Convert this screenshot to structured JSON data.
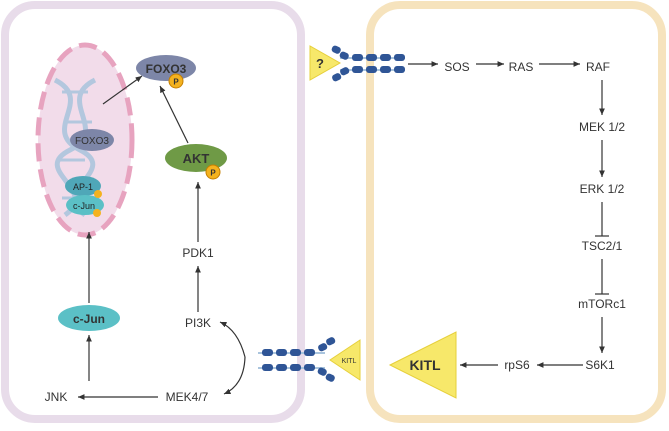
{
  "colors": {
    "left_cell_border": "#e8dcea",
    "right_cell_border": "#f6e3bd",
    "nucleus_fill": "#f2dcea",
    "nucleus_border": "#e7a3bf",
    "dna": "#a9c4dd",
    "foxo3": "#7d86a8",
    "akt": "#6f9a46",
    "cjun": "#5bc0c6",
    "phospho": "#f4b21f",
    "kitl": "#f7e86a",
    "receptor": "#2f5596",
    "text": "#333333"
  },
  "labels": {
    "foxo3_cyto": "FOXO3",
    "foxo3_nuc": "FOXO3",
    "ap1": "AP-1",
    "cjun_nuc": "c-Jun",
    "akt": "AKT",
    "pdk1": "PDK1",
    "pi3k": "PI3K",
    "cjun": "c-Jun",
    "jnk": "JNK",
    "mek47": "MEK4/7",
    "kitl_ligand": "KITL",
    "kitl_big": "KITL",
    "unknown": "?",
    "sos": "SOS",
    "ras": "RAS",
    "raf": "RAF",
    "mek12": "MEK 1/2",
    "erk12": "ERK 1/2",
    "tsc": "TSC2/1",
    "mtor": "mTORc1",
    "s6k1": "S6K1",
    "rps6": "rpS6",
    "p": "P"
  }
}
